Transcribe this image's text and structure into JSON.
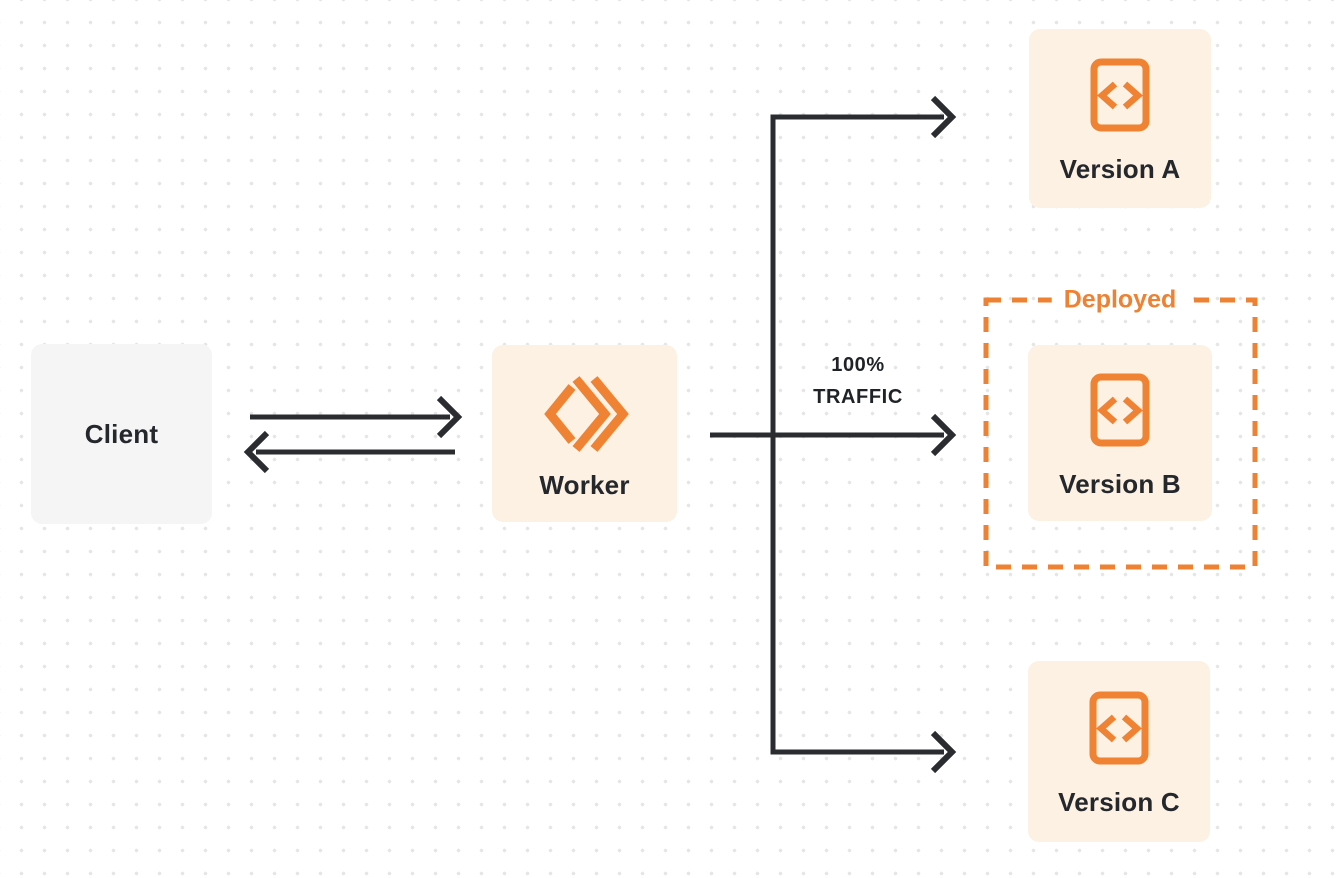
{
  "diagram": {
    "title": "Worker gradual-deployment traffic routing diagram",
    "nodes": {
      "client": {
        "label": "Client",
        "icon": null
      },
      "worker": {
        "label": "Worker",
        "icon": "workers-logo-icon"
      },
      "version_a": {
        "label": "Version A",
        "icon": "code-file-icon"
      },
      "version_b": {
        "label": "Version B",
        "icon": "code-file-icon"
      },
      "version_c": {
        "label": "Version C",
        "icon": "code-file-icon"
      }
    },
    "annotations": {
      "deployed": {
        "label": "Deployed"
      },
      "traffic": {
        "line1": "100%",
        "line2": "TRAFFIC"
      }
    },
    "edges": [
      {
        "from": "client",
        "to": "worker",
        "direction": "right",
        "style": "solid-arrow"
      },
      {
        "from": "worker",
        "to": "client",
        "direction": "left",
        "style": "solid-arrow"
      },
      {
        "from": "worker",
        "to": "version_a",
        "style": "solid-arrow"
      },
      {
        "from": "worker",
        "to": "version_b",
        "style": "solid-arrow",
        "label": "100% TRAFFIC"
      },
      {
        "from": "worker",
        "to": "version_c",
        "style": "solid-arrow"
      }
    ],
    "colors": {
      "accent_orange": "#EE8232",
      "node_cream": "#FCF1E2",
      "node_gray": "#F5F5F6",
      "connector_dark": "#2A2C30",
      "text_dark": "#24272C",
      "dot_grid": "#E6E6E6",
      "background": "#FFFFFF"
    }
  }
}
